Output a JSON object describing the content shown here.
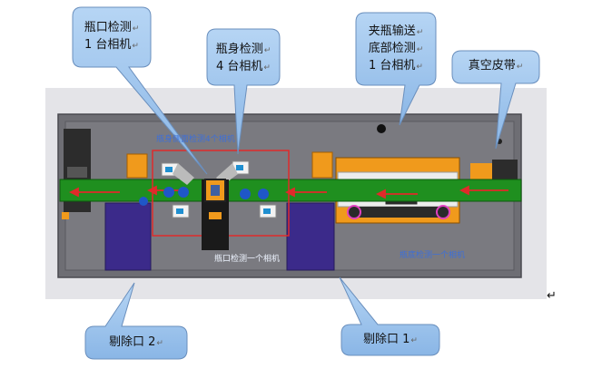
{
  "callouts": {
    "neck_camera": {
      "line1": "瓶口检测",
      "line2": "1 台相机"
    },
    "body_camera": {
      "line1": "瓶身检测",
      "line2": "4 台相机"
    },
    "clamp_bottom": {
      "line1": "夹瓶输送",
      "line2": "底部检测",
      "line3": "1 台相机"
    },
    "vacuum_belt": {
      "line1": "真空皮带"
    },
    "reject2": {
      "line1": "剔除口 2"
    },
    "reject1": {
      "line1": "剔除口 1"
    }
  },
  "return_mark": "↵",
  "machine_labels": {
    "body_side": "瓶身侧面检测4个相机",
    "neck_check": "瓶口检测一个相机",
    "bottom_check": "瓶底检测一个相机"
  },
  "colors": {
    "callout_fill": "#9cc4ee",
    "callout_stroke": "#6a8fbd",
    "belt": "#1f8f1f",
    "frame": "#6e6e74",
    "orange": "#f09a1c",
    "purple": "#3b2a8a",
    "red": "#e02a2a"
  }
}
